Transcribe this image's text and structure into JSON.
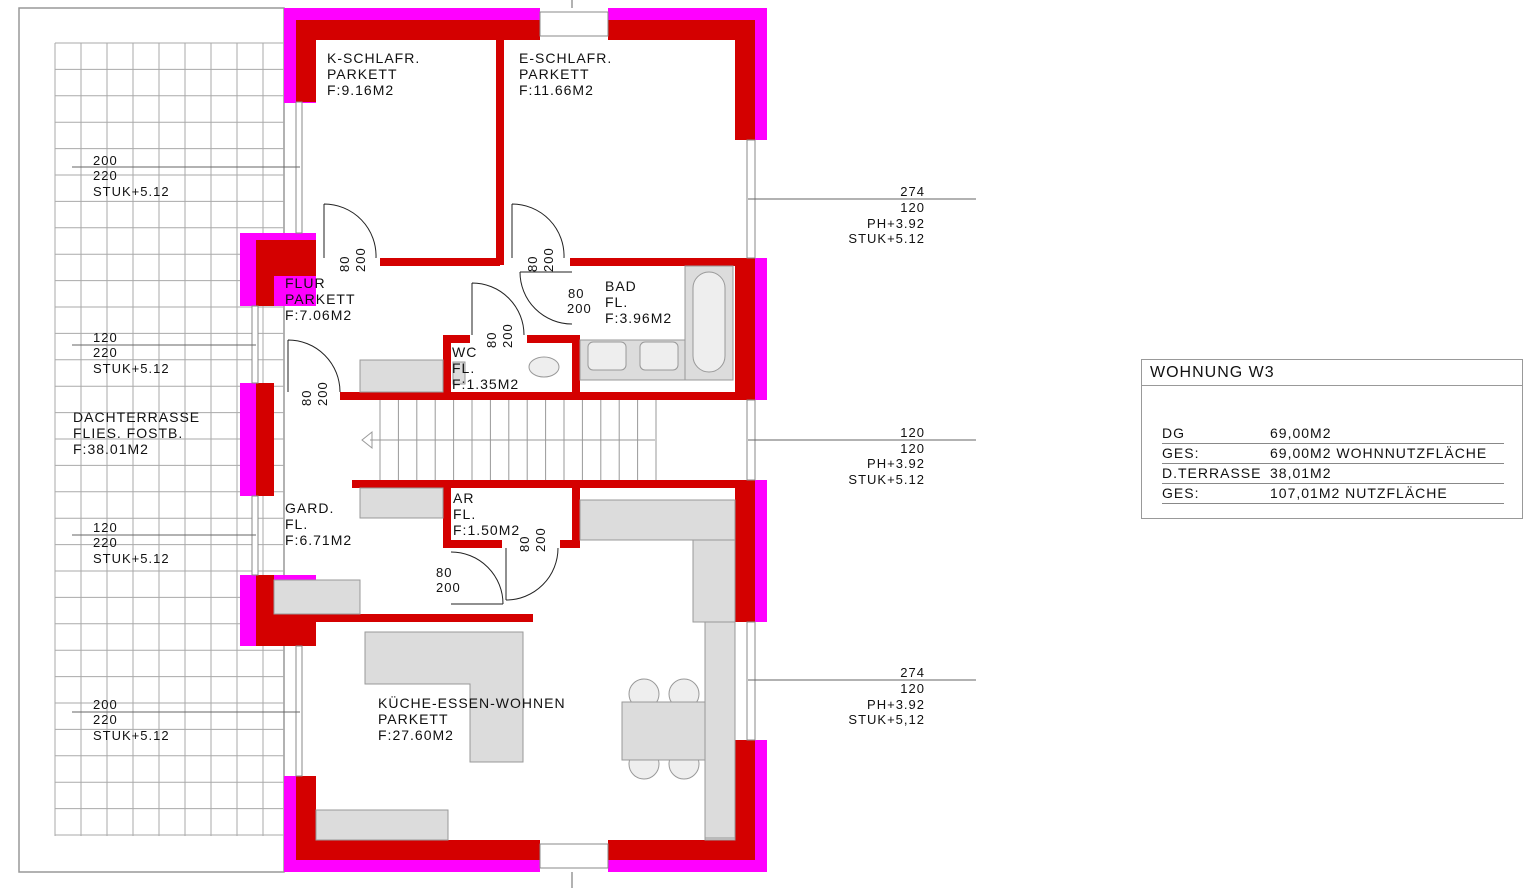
{
  "colors": {
    "outer_wall": "#ff00ff",
    "wall": "#d40000",
    "furniture": "#dcdcdc",
    "line": "#888888"
  },
  "rooms": [
    {
      "name": "K-SCHLAFR.",
      "floor": "PARKETT",
      "area": "F:9.16M2"
    },
    {
      "name": "E-SCHLAFR.",
      "floor": "PARKETT",
      "area": "F:11.66M2"
    },
    {
      "name": "FLUR",
      "floor": "PARKETT",
      "area": "F:7.06M2"
    },
    {
      "name": "BAD",
      "floor": "FL.",
      "area": "F:3.96M2"
    },
    {
      "name": "WC",
      "floor": "FL.",
      "area": "F:1.35M2"
    },
    {
      "name": "DACHTERRASSE",
      "floor": "FLIES. FOSTB.",
      "area": "F:38.01M2"
    },
    {
      "name": "GARD.",
      "floor": "FL.",
      "area": "F:6.71M2"
    },
    {
      "name": "AR",
      "floor": "FL.",
      "area": "F:1.50M2"
    },
    {
      "name": "KÜCHE-ESSEN-WOHNEN",
      "floor": "PARKETT",
      "area": "F:27.60M2"
    }
  ],
  "doors": [
    {
      "w": "80",
      "h": "200"
    }
  ],
  "windows_left": [
    {
      "a": "200",
      "b": "220",
      "c": "STUK+5.12"
    },
    {
      "a": "120",
      "b": "220",
      "c": "STUK+5.12"
    },
    {
      "a": "120",
      "b": "220",
      "c": "STUK+5.12"
    },
    {
      "a": "200",
      "b": "220",
      "c": "STUK+5.12"
    }
  ],
  "windows_right": [
    {
      "a": "274",
      "b": "120",
      "c": "PH+3.92",
      "d": "STUK+5.12"
    },
    {
      "a": "120",
      "b": "120",
      "c": "PH+3.92",
      "d": "STUK+5.12"
    },
    {
      "a": "274",
      "b": "120",
      "c": "PH+3.92",
      "d": "STUK+5,12"
    }
  ],
  "legend": {
    "title": "WOHNUNG W3",
    "rows": [
      {
        "k": "DG",
        "v": "69,00M2"
      },
      {
        "k": "GES:",
        "v": "69,00M2 WOHNNUTZFLÄCHE"
      },
      {
        "k": "D.TERRASSE",
        "v": "38,01M2"
      },
      {
        "k": "GES:",
        "v": "107,01M2 NUTZFLÄCHE"
      }
    ]
  }
}
